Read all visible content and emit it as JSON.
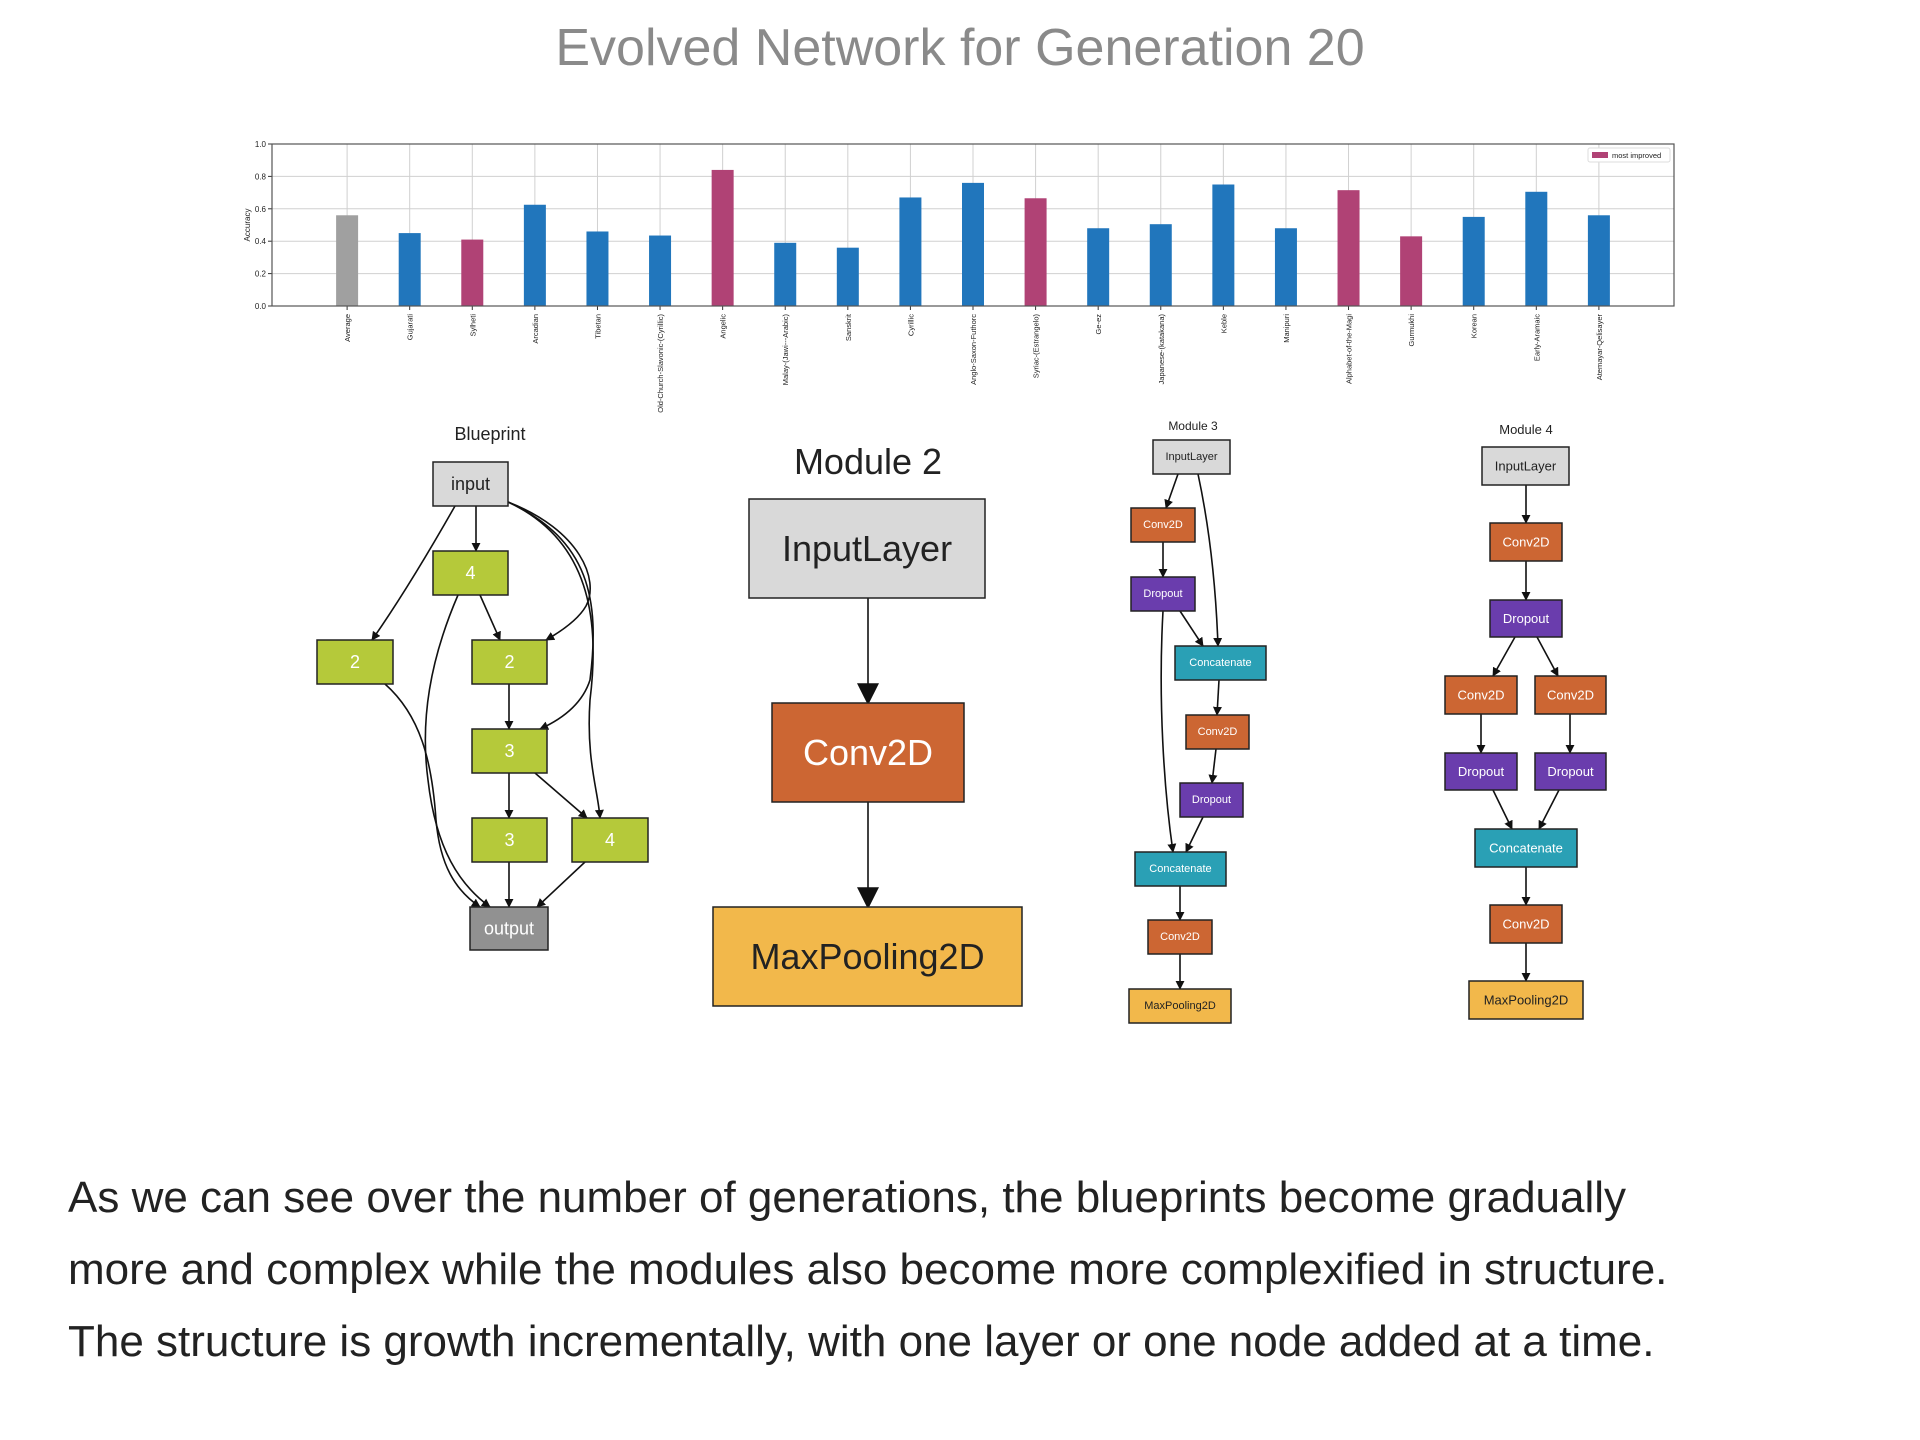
{
  "title": "Evolved Network for Generation 20",
  "chart_data": {
    "type": "bar",
    "title": "",
    "xlabel": "",
    "ylabel": "Accuracy",
    "ylim": [
      0,
      1.0
    ],
    "yticks": [
      "0.0",
      "0.2",
      "0.4",
      "0.6",
      "0.8",
      "1.0"
    ],
    "grid": true,
    "legend": {
      "position": "top-right",
      "entries": [
        {
          "label": "most improved",
          "color": "#b04275"
        }
      ]
    },
    "colors": {
      "average": "#a0a0a0",
      "normal": "#2176bc",
      "most_improved": "#b04275"
    },
    "categories": [
      "Average",
      "Gujarati",
      "Sylheti",
      "Arcadian",
      "Tibetan",
      "Old-Church-Slavonic-(Cyrillic)",
      "Angelic",
      "Malay-(Jawi---Arabic)",
      "Sanskrit",
      "Cyrillic",
      "Anglo-Saxon-Futhorc",
      "Syriac-(Estrangelo)",
      "Ge-ez",
      "Japanese-(katakana)",
      "Keble",
      "Manipuri",
      "Alphabet-of-the-Magi",
      "Gurmukhi",
      "Korean",
      "Early-Aramaic",
      "Atemayar-Qelisayer"
    ],
    "values": [
      0.56,
      0.45,
      0.41,
      0.625,
      0.46,
      0.435,
      0.84,
      0.39,
      0.36,
      0.67,
      0.76,
      0.665,
      0.48,
      0.505,
      0.75,
      0.48,
      0.715,
      0.43,
      0.55,
      0.705,
      0.56
    ],
    "kind": [
      "average",
      "normal",
      "most_improved",
      "normal",
      "normal",
      "normal",
      "most_improved",
      "normal",
      "normal",
      "normal",
      "normal",
      "most_improved",
      "normal",
      "normal",
      "normal",
      "normal",
      "most_improved",
      "most_improved",
      "normal",
      "normal",
      "normal"
    ]
  },
  "blueprint": {
    "title": "Blueprint",
    "nodes": [
      {
        "id": "input",
        "label": "input",
        "type": "input"
      },
      {
        "id": "b4a",
        "label": "4",
        "type": "block"
      },
      {
        "id": "b2a",
        "label": "2",
        "type": "block"
      },
      {
        "id": "b2b",
        "label": "2",
        "type": "block"
      },
      {
        "id": "b3a",
        "label": "3",
        "type": "block"
      },
      {
        "id": "b3b",
        "label": "3",
        "type": "block"
      },
      {
        "id": "b4b",
        "label": "4",
        "type": "block"
      },
      {
        "id": "output",
        "label": "output",
        "type": "output"
      }
    ],
    "edges": [
      [
        "input",
        "b4a"
      ],
      [
        "input",
        "b2a"
      ],
      [
        "input",
        "b2b"
      ],
      [
        "input",
        "b3a"
      ],
      [
        "input",
        "b4b"
      ],
      [
        "b4a",
        "b2b"
      ],
      [
        "b4a",
        "output"
      ],
      [
        "b2a",
        "output"
      ],
      [
        "b2b",
        "b3a"
      ],
      [
        "b3a",
        "b3b"
      ],
      [
        "b3a",
        "b4b"
      ],
      [
        "b3b",
        "output"
      ],
      [
        "b4b",
        "output"
      ]
    ]
  },
  "modules": [
    {
      "title": "Module 2",
      "nodes": [
        {
          "id": "in",
          "label": "InputLayer",
          "type": "InputLayer"
        },
        {
          "id": "c1",
          "label": "Conv2D",
          "type": "Conv2D"
        },
        {
          "id": "mp",
          "label": "MaxPooling2D",
          "type": "MaxPooling2D"
        }
      ],
      "edges": [
        [
          "in",
          "c1"
        ],
        [
          "c1",
          "mp"
        ]
      ]
    },
    {
      "title": "Module 3",
      "nodes": [
        {
          "id": "in",
          "label": "InputLayer",
          "type": "InputLayer"
        },
        {
          "id": "c1",
          "label": "Conv2D",
          "type": "Conv2D"
        },
        {
          "id": "d1",
          "label": "Dropout",
          "type": "Dropout"
        },
        {
          "id": "cat1",
          "label": "Concatenate",
          "type": "Concatenate"
        },
        {
          "id": "c2",
          "label": "Conv2D",
          "type": "Conv2D"
        },
        {
          "id": "d2",
          "label": "Dropout",
          "type": "Dropout"
        },
        {
          "id": "cat2",
          "label": "Concatenate",
          "type": "Concatenate"
        },
        {
          "id": "c3",
          "label": "Conv2D",
          "type": "Conv2D"
        },
        {
          "id": "mp",
          "label": "MaxPooling2D",
          "type": "MaxPooling2D"
        }
      ],
      "edges": [
        [
          "in",
          "c1"
        ],
        [
          "in",
          "cat1"
        ],
        [
          "c1",
          "d1"
        ],
        [
          "d1",
          "cat1"
        ],
        [
          "d1",
          "cat2"
        ],
        [
          "cat1",
          "c2"
        ],
        [
          "c2",
          "d2"
        ],
        [
          "d2",
          "cat2"
        ],
        [
          "cat2",
          "c3"
        ],
        [
          "c3",
          "mp"
        ]
      ]
    },
    {
      "title": "Module 4",
      "nodes": [
        {
          "id": "in",
          "label": "InputLayer",
          "type": "InputLayer"
        },
        {
          "id": "c1",
          "label": "Conv2D",
          "type": "Conv2D"
        },
        {
          "id": "d1",
          "label": "Dropout",
          "type": "Dropout"
        },
        {
          "id": "c2",
          "label": "Conv2D",
          "type": "Conv2D"
        },
        {
          "id": "c3",
          "label": "Conv2D",
          "type": "Conv2D"
        },
        {
          "id": "d2",
          "label": "Dropout",
          "type": "Dropout"
        },
        {
          "id": "d3",
          "label": "Dropout",
          "type": "Dropout"
        },
        {
          "id": "cat",
          "label": "Concatenate",
          "type": "Concatenate"
        },
        {
          "id": "c4",
          "label": "Conv2D",
          "type": "Conv2D"
        },
        {
          "id": "mp",
          "label": "MaxPooling2D",
          "type": "MaxPooling2D"
        }
      ],
      "edges": [
        [
          "in",
          "c1"
        ],
        [
          "c1",
          "d1"
        ],
        [
          "d1",
          "c2"
        ],
        [
          "d1",
          "c3"
        ],
        [
          "c2",
          "d2"
        ],
        [
          "c3",
          "d3"
        ],
        [
          "d2",
          "cat"
        ],
        [
          "d3",
          "cat"
        ],
        [
          "cat",
          "c4"
        ],
        [
          "c4",
          "mp"
        ]
      ]
    }
  ],
  "node_colors": {
    "input": {
      "fill": "#d9d9d9",
      "text": "#222222"
    },
    "block": {
      "fill": "#b5c93a",
      "text": "#ffffff"
    },
    "output": {
      "fill": "#919191",
      "text": "#ffffff"
    },
    "InputLayer": {
      "fill": "#d9d9d9",
      "text": "#222222"
    },
    "Conv2D": {
      "fill": "#cc6633",
      "text": "#ffffff"
    },
    "Dropout": {
      "fill": "#6a3dad",
      "text": "#ffffff"
    },
    "Concatenate": {
      "fill": "#2aa0b5",
      "text": "#ffffff"
    },
    "MaxPooling2D": {
      "fill": "#f2b84b",
      "text": "#222222"
    }
  },
  "paragraph": [
    "As we can see over the number of generations, the blueprints become gradually",
    "more and complex while the modules also become more complexified in structure.",
    "The structure is growth incrementally, with one layer or one node added at a time."
  ]
}
